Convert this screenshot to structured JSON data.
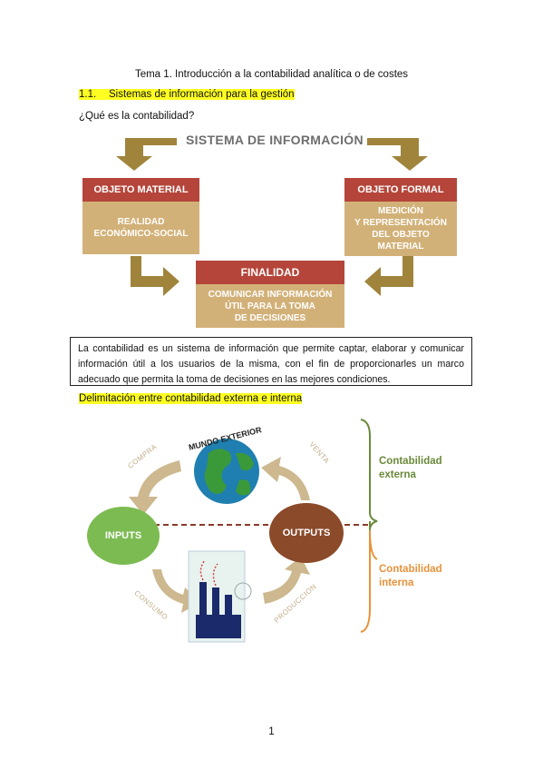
{
  "header": {
    "title": "Tema 1. Introducción a la contabilidad analítica o de costes"
  },
  "section": {
    "number": "1.1.",
    "title": "Sistemas de información para la gestión"
  },
  "question": "¿Qué es la contabilidad?",
  "diagram1": {
    "title": "SISTEMA DE INFORMACIÓN",
    "objeto_material": {
      "head": "OBJETO MATERIAL",
      "body_line1": "REALIDAD",
      "body_line2": "ECONÓMICO-SOCIAL"
    },
    "objeto_formal": {
      "head": "OBJETO FORMAL",
      "body_line1": "MEDICIÓN",
      "body_line2": "Y REPRESENTACIÓN",
      "body_line3": "DEL OBJETO",
      "body_line4": "MATERIAL"
    },
    "finalidad": {
      "head": "FINALIDAD",
      "body_line1": "COMUNICAR INFORMACIÓN",
      "body_line2": "ÚTIL PARA LA TOMA",
      "body_line3": "DE DECISIONES"
    }
  },
  "definition": "La contabilidad es un sistema de información que permite captar, elaborar y comunicar información útil a los usuarios de la misma, con el fin de proporcionarles un marco adecuado que permita la toma de decisiones en las mejores condiciones.",
  "delimitation_heading": "Delimitación entre contabilidad externa e interna",
  "diagram2": {
    "mundo_exterior": "MUNDO EXTERIOR",
    "inputs": "INPUTS",
    "outputs": "OUTPUTS",
    "compra": "COMPRA",
    "venta": "VENTA",
    "consumo": "CONSUMO",
    "produccion": "PRODUCCION",
    "externa_line1": "Contabilidad",
    "externa_line2": "externa",
    "interna_line1": "Contabilidad",
    "interna_line2": "interna",
    "colors": {
      "green": "#6a8a3a",
      "orange": "#e8923a",
      "brown": "#8b4a2a",
      "inputs_green": "#7cbb52"
    }
  },
  "page_number": "1"
}
